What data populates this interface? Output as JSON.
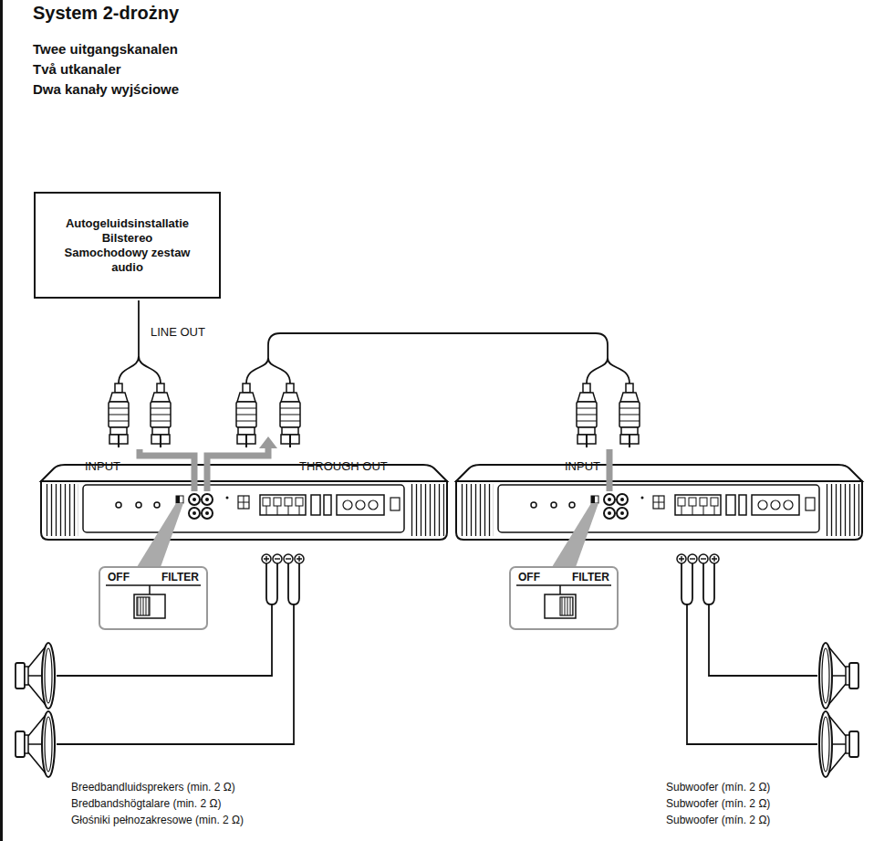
{
  "diagram": {
    "title": "System 2-drożny",
    "nodes": [
      {
        "text": [
          "Autogeluidsinstallatie",
          "Bilstereo",
          "Samochodowy zestaw audio"
        ]
      },
      {
        "text": [
          "OFF",
          "FILTER"
        ]
      },
      {
        "text": [
          "OFF",
          "FILTER"
        ]
      }
    ],
    "labels": [
      "Twee uitgangskanalen",
      "Två utkanaler",
      "Dwa kanały wyjściowe",
      "LINE OUT",
      "INPUT",
      "THROUGH OUT",
      "INPUT",
      "Breedbandluidsprekers (min. 2 Ω)",
      "Bredbandshögtalare (min. 2 Ω)",
      "Głośniki pełnozakresowe (min. 2 Ω)",
      "Subwoofer (mín. 2 Ω)",
      "Subwoofer (mín. 2 Ω)",
      "Subwoofer (mín. 2 Ω)"
    ]
  }
}
